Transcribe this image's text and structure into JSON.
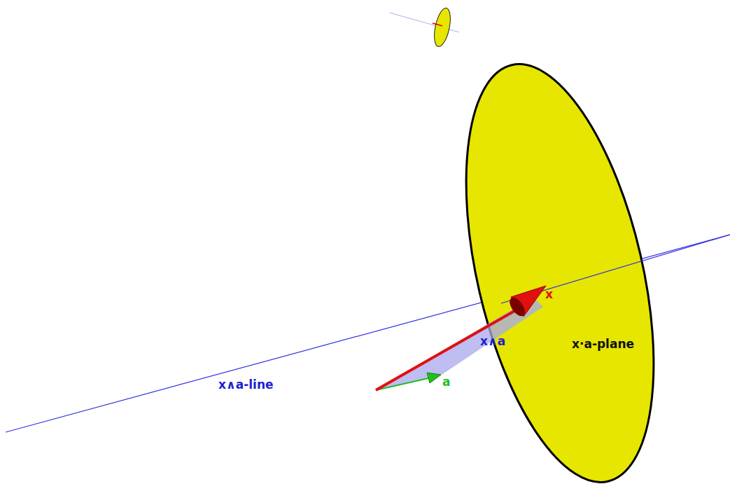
{
  "diagram": {
    "labels": [
      "x∧a-line",
      "x∧a",
      "x·a-plane",
      "x",
      "a"
    ]
  }
}
